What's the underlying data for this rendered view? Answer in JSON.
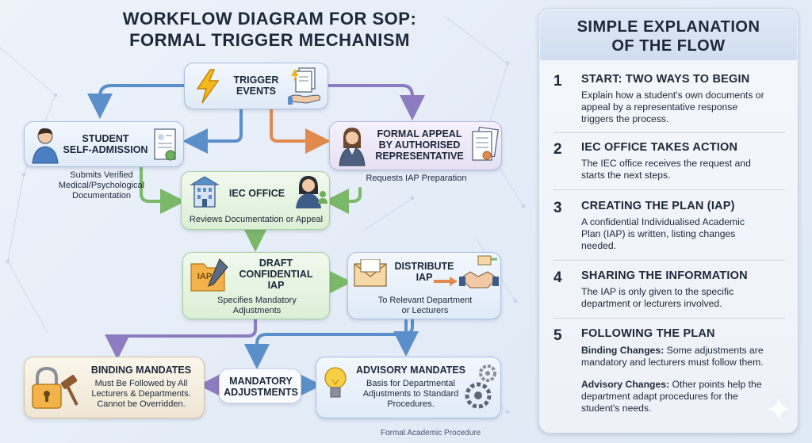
{
  "title_line1": "WORKFLOW DIAGRAM FOR SOP:",
  "title_line2": "FORMAL TRIGGER MECHANISM",
  "nodes": {
    "trigger": {
      "line1": "TRIGGER",
      "line2": "EVENTS"
    },
    "student": {
      "line1": "STUDENT",
      "line2": "SELF-ADMISSION"
    },
    "appeal": {
      "line1": "FORMAL APPEAL",
      "line2": "BY AUTHORISED",
      "line3": "REPRESENTATIVE"
    },
    "iec": {
      "title": "IEC OFFICE",
      "sub": "Reviews Documentation or Appeal"
    },
    "draft": {
      "line1": "DRAFT",
      "line2": "CONFIDENTIAL",
      "line3": "IAP",
      "sub1": "Specifies Mandatory",
      "sub2": "Adjustments",
      "badge": "IAP"
    },
    "distribute": {
      "line1": "DISTRIBUTE",
      "line2": "IAP",
      "sub1": "To Relevant Department",
      "sub2": "or Lecturers"
    },
    "binding": {
      "title": "BINDING MANDATES",
      "sub1": "Must Be Followed by All",
      "sub2": "Lecturers & Departments.",
      "sub3": "Cannot be Overridden."
    },
    "mandatory": {
      "line1": "MANDATORY",
      "line2": "ADJUSTMENTS"
    },
    "advisory": {
      "title": "ADVISORY MANDATES",
      "sub1": "Basis for Departmental",
      "sub2": "Adjustments to Standard",
      "sub3": "Procedures."
    }
  },
  "labels": {
    "student_l1": "Submits Verified",
    "student_l2": "Medical/Psychological",
    "student_l3": "Documentation",
    "appeal_l1": "Requests IAP Preparation"
  },
  "footer": "Formal Academic Procedure",
  "panel": {
    "title_line1": "SIMPLE EXPLANATION",
    "title_line2": "OF THE FLOW",
    "steps": [
      {
        "num": "1",
        "heading": "START: TWO WAYS TO BEGIN",
        "l1": "Explain how a student's own documents or",
        "l2": "appeal by a representative response",
        "l3": "triggers the process."
      },
      {
        "num": "2",
        "heading": "IEC OFFICE TAKES ACTION",
        "l1": "The IEC office receives the request and",
        "l2": "starts the next steps."
      },
      {
        "num": "3",
        "heading": "CREATING THE PLAN (IAP)",
        "l1": "A confidential Individualised Academic",
        "l2": "Plan (IAP) is written, listing changes",
        "l3": "needed."
      },
      {
        "num": "4",
        "heading": "SHARING THE INFORMATION",
        "l1": "The IAP is only given to the specific",
        "l2": "department or lecturers involved."
      },
      {
        "num": "5",
        "heading": "FOLLOWING THE PLAN",
        "b1_bold": "Binding Changes:",
        "b1_rest": " Some adjustments are",
        "b1_l2": "mandatory and lecturers must follow them.",
        "b2_bold": "Advisory Changes:",
        "b2_rest": " Other points help the",
        "b2_l2": "department adapt procedures for the",
        "b2_l3": "student's needs."
      }
    ]
  },
  "colors": {
    "blue_arrow": "#5b8fc9",
    "green_arrow": "#7cb86a",
    "orange_arrow": "#e08a4e",
    "purple_arrow": "#8d7cc0"
  }
}
